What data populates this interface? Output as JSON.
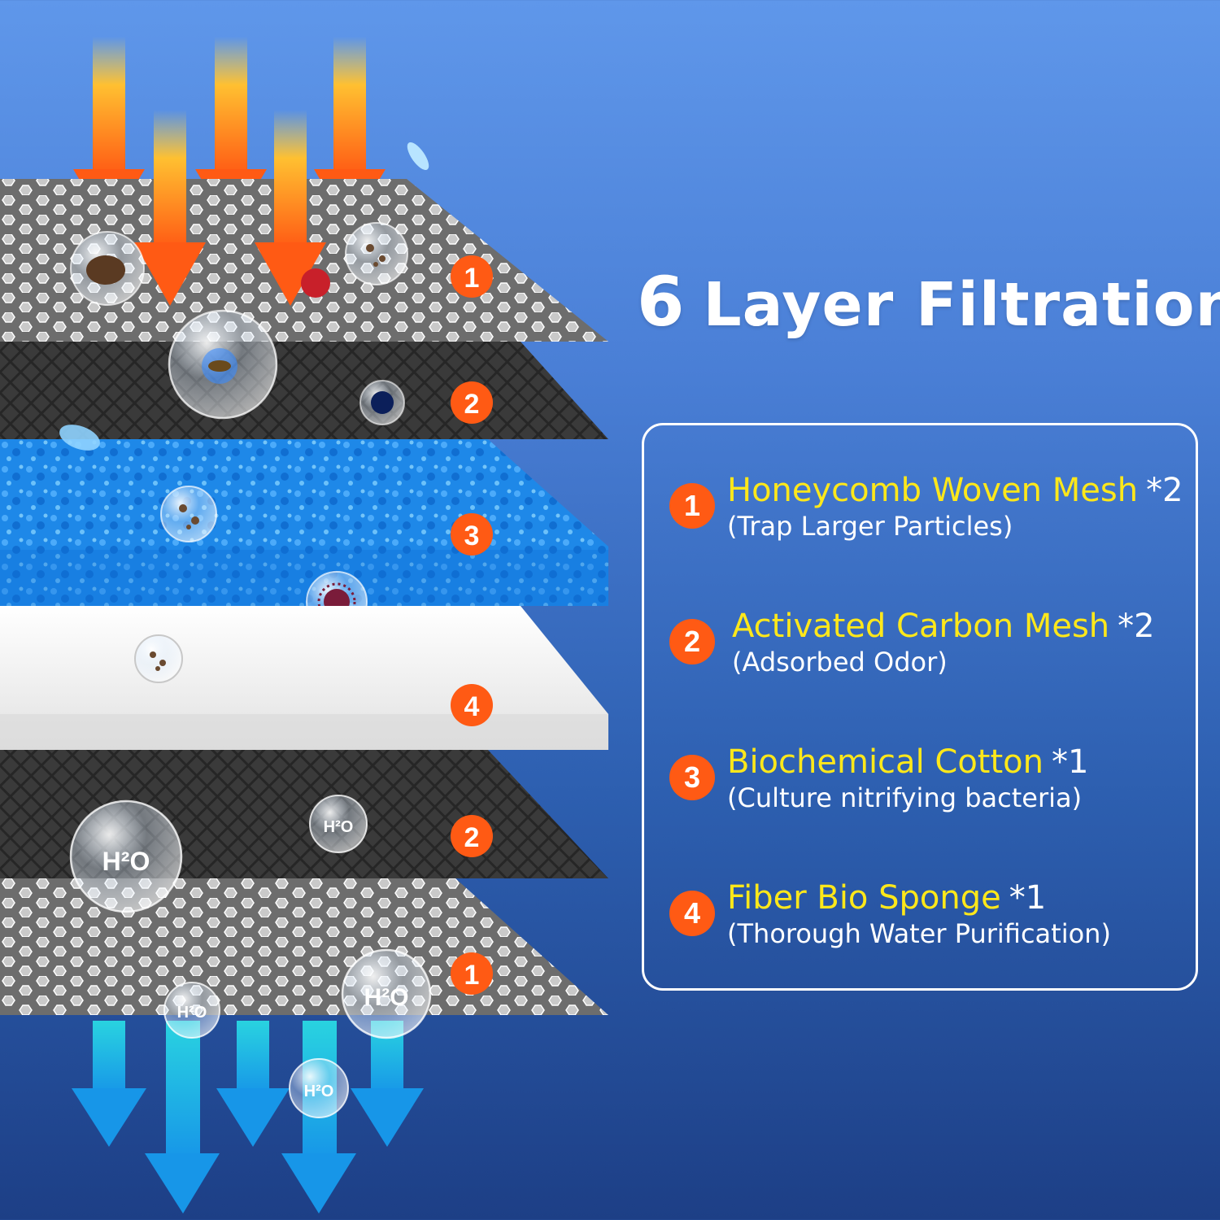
{
  "title": {
    "number": "6",
    "text": "Layer Filtration"
  },
  "layer_badges": [
    "1",
    "2",
    "3",
    "4",
    "2",
    "1"
  ],
  "molecule_label": "H²O",
  "legend": [
    {
      "number": "1",
      "name": "Honeycomb Woven Mesh",
      "qty": "*2",
      "desc": "(Trap Larger Particles)"
    },
    {
      "number": "2",
      "name": "Activated Carbon Mesh",
      "qty": "*2",
      "desc": "(Adsorbed Odor)"
    },
    {
      "number": "3",
      "name": "Biochemical Cotton",
      "qty": "*1",
      "desc": "(Culture nitrifying bacteria)"
    },
    {
      "number": "4",
      "name": "Fiber Bio Sponge",
      "qty": "*1",
      "desc": "(Thorough Water Purification)"
    }
  ],
  "colors": {
    "badge": "#ff5a14",
    "legend_name": "#ffe81a",
    "incoming_arrow": "#ff6a1a",
    "outgoing_arrow": "#1ec6f0",
    "background_top": "#5f97ea",
    "background_bottom": "#1d3f86"
  },
  "icons": [
    "incoming-arrow-icon",
    "outgoing-arrow-icon",
    "particle-bubble-icon",
    "water-bubble-icon"
  ]
}
